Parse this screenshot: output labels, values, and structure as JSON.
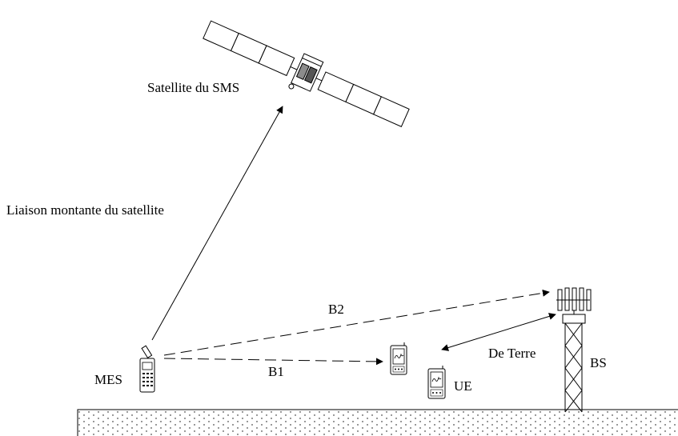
{
  "labels": {
    "satellite": "Satellite du SMS",
    "uplink": "Liaison montante du satellite",
    "b2": "B2",
    "b1": "B1",
    "terrestrial": "De Terre",
    "bs": "BS",
    "mes": "MES",
    "ue": "UE"
  },
  "colors": {
    "line": "#000000",
    "ground_fill": "#ffffff",
    "panel_fill": "#ffffff",
    "sat_body_dark": "#555555",
    "sat_body_mid": "#8c8c8c"
  },
  "icons": [
    "satellite-icon",
    "mobile-earth-station-icon",
    "user-equipment-icon",
    "base-station-tower-icon",
    "ground-strip"
  ]
}
